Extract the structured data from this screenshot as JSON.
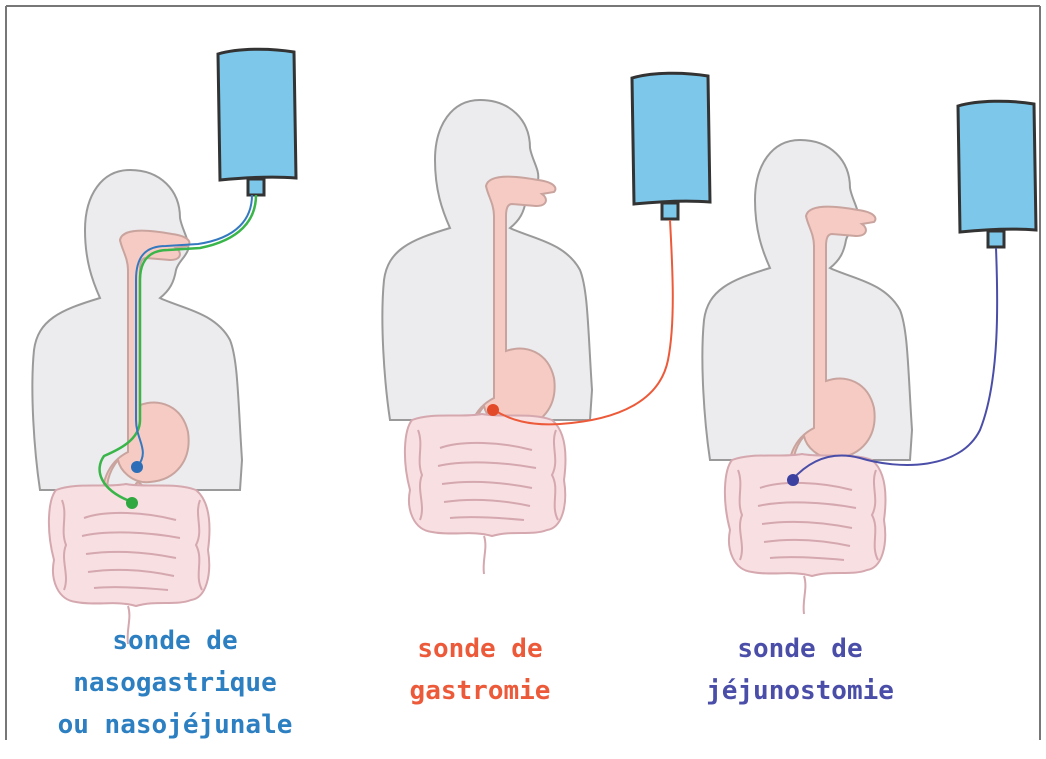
{
  "colors": {
    "body_fill": "#ececee",
    "organ_fill": "#f6cbc3",
    "organ_stroke": "#c9a49e",
    "intestine_fill": "#f8dfe2",
    "bag_fill": "#7cc7ea",
    "outline": "#444444",
    "nasogastric_blue": "#3479bf",
    "nasojejunal_green": "#3ab54a",
    "gastrostomy_red": "#ec5a3a",
    "jejunostomy_purple": "#4a4ea8"
  },
  "captions": [
    {
      "line1": "sonde de",
      "line2": "nasogastrique",
      "line3": "ou nasojéjunale",
      "color": "#2c7fc1"
    },
    {
      "line1": "sonde de",
      "line2": "gastromie",
      "color": "#ec5a3a"
    },
    {
      "line1": "sonde de",
      "line2": "jéjunostomie",
      "color": "#4a4ea8"
    }
  ]
}
